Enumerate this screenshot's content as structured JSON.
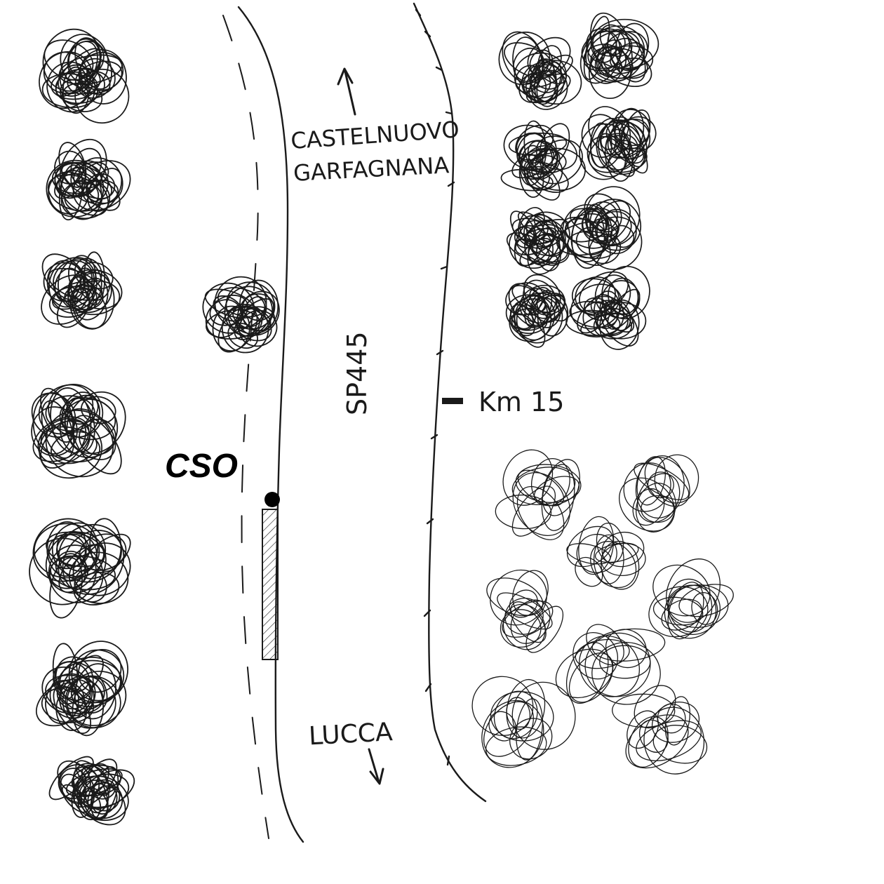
{
  "sketch": {
    "direction_north": {
      "line1": "CASTELNUOVO",
      "line2": "GARFAGNANA"
    },
    "direction_south": "LUCCA",
    "road_name": "SP445",
    "km_marker": "Km 15",
    "site_label": "CSO"
  },
  "colors": {
    "ink": "#1a1a1a",
    "background": "#ffffff"
  }
}
